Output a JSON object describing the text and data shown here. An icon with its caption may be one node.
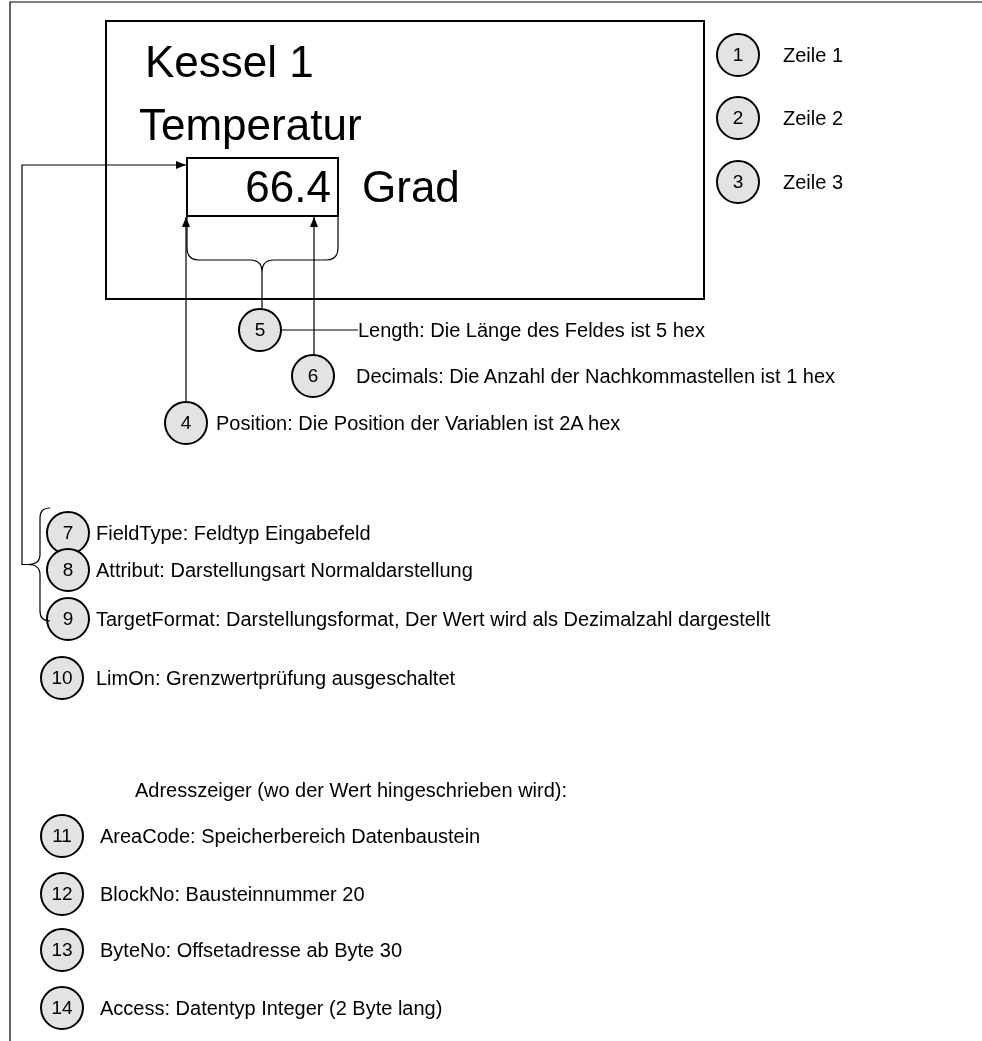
{
  "diagram": {
    "nodes": [
      {
        "text": [
          "Kessel 1",
          "Temperatur",
          "Grad"
        ]
      },
      {
        "text": [
          "66.4"
        ],
        "in": 0
      },
      {
        "text": [
          "1"
        ],
        "beside": [
          "Zeile 1"
        ]
      },
      {
        "text": [
          "2"
        ],
        "beside": [
          "Zeile 2"
        ]
      },
      {
        "text": [
          "3"
        ],
        "beside": [
          "Zeile 3"
        ]
      },
      {
        "text": [
          "5"
        ]
      },
      {
        "text": [
          "Length: Die Länge des Feldes ist 5 hex"
        ]
      },
      {
        "text": [
          "6"
        ],
        "beside": [
          "Decimals: Die Anzahl der Nachkommastellen ist 1 hex"
        ]
      },
      {
        "text": [
          "4"
        ],
        "beside": [
          "Position: Die Position der Variablen ist 2A hex"
        ]
      },
      {
        "text": [
          "7"
        ],
        "beside": [
          "FieldType: Feldtyp Eingabefeld"
        ]
      },
      {
        "text": [
          "8"
        ],
        "beside": [
          "Attribut: Darstellungsart Normaldarstellung"
        ]
      },
      {
        "text": [
          "9"
        ],
        "beside": [
          "TargetFormat: Darstellungsformat, Der Wert wird als Dezimalzahl dargestellt"
        ]
      },
      {
        "text": [
          "10"
        ],
        "beside": [
          "LimOn: Grenzwertprüfung ausgeschaltet"
        ]
      },
      {
        "text": [
          "11"
        ],
        "beside": [
          "AreaCode: Speicherbereich Datenbaustein"
        ]
      },
      {
        "text": [
          "12"
        ],
        "beside": [
          "BlockNo: Bausteinnummer 20"
        ]
      },
      {
        "text": [
          "13"
        ],
        "beside": [
          "ByteNo: Offsetadresse ab Byte 30"
        ]
      },
      {
        "text": [
          "14"
        ],
        "beside": [
          "Access: Datentyp Integer (2 Byte lang)"
        ]
      },
      {
        "text": [],
        "shape": "bracket"
      }
    ],
    "edges": [
      {
        "from": 5,
        "to": 6,
        "arrow": "none"
      },
      {
        "from": 7,
        "to": 1,
        "arrow": "to"
      },
      {
        "from": 8,
        "to": 1,
        "arrow": "to"
      },
      {
        "from": 17,
        "to": 1,
        "arrow": "to"
      },
      {
        "from": 5,
        "to": 1,
        "arrow": "none"
      }
    ],
    "labels": [
      "Adresszeiger (wo der Wert hingeschrieben wird):"
    ]
  }
}
